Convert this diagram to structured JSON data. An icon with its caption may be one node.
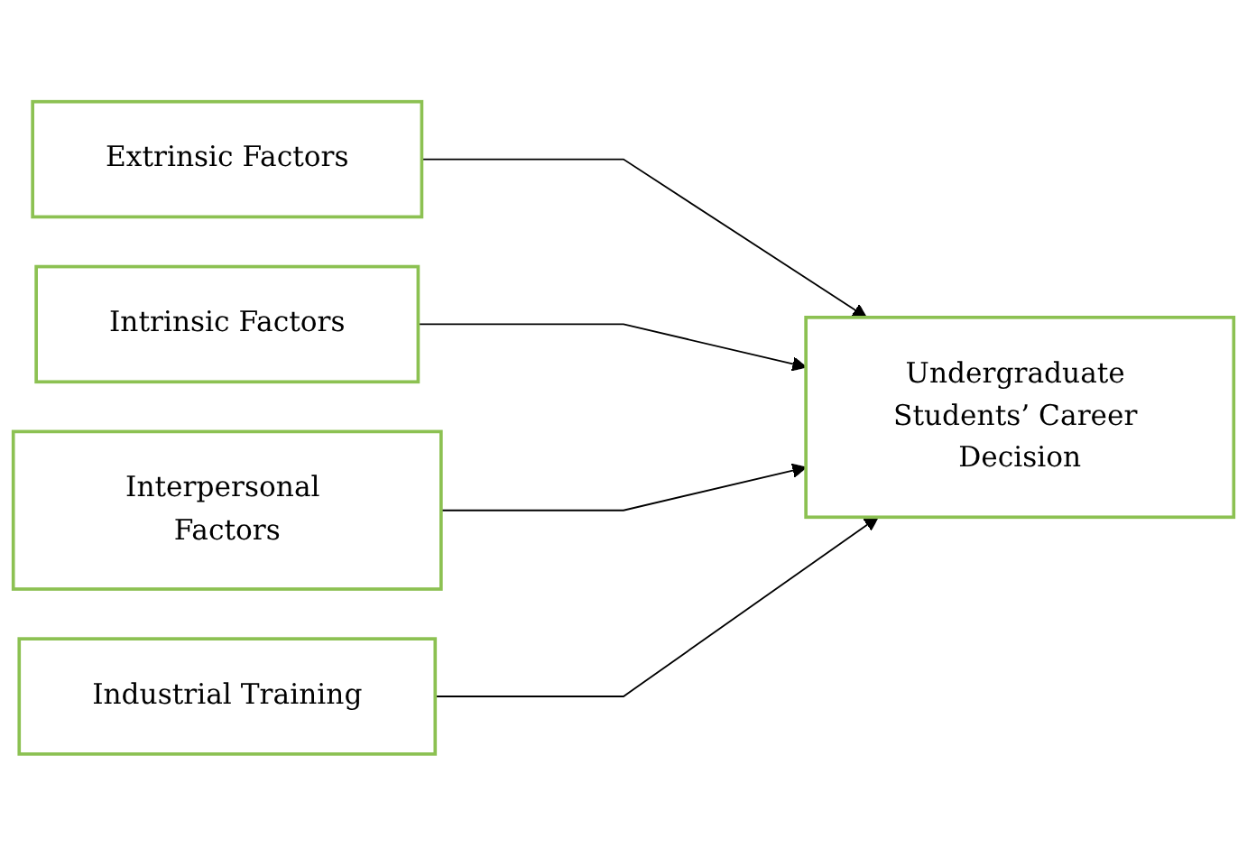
{
  "diagram": {
    "nodes": [
      {
        "text": [
          "Extrinsic Factors"
        ]
      },
      {
        "text": [
          "Intrinsic Factors"
        ]
      },
      {
        "text": [
          "Interpersonal Factors"
        ]
      },
      {
        "text": [
          "Industrial Training"
        ]
      },
      {
        "text": [
          "Undergraduate Students’ Career Decision"
        ]
      }
    ],
    "edges": [
      {
        "from": 0,
        "to": 4,
        "arrow": "to"
      },
      {
        "from": 1,
        "to": 4,
        "arrow": "to"
      },
      {
        "from": 2,
        "to": 4,
        "arrow": "to"
      },
      {
        "from": 3,
        "to": 4,
        "arrow": "to"
      }
    ]
  }
}
